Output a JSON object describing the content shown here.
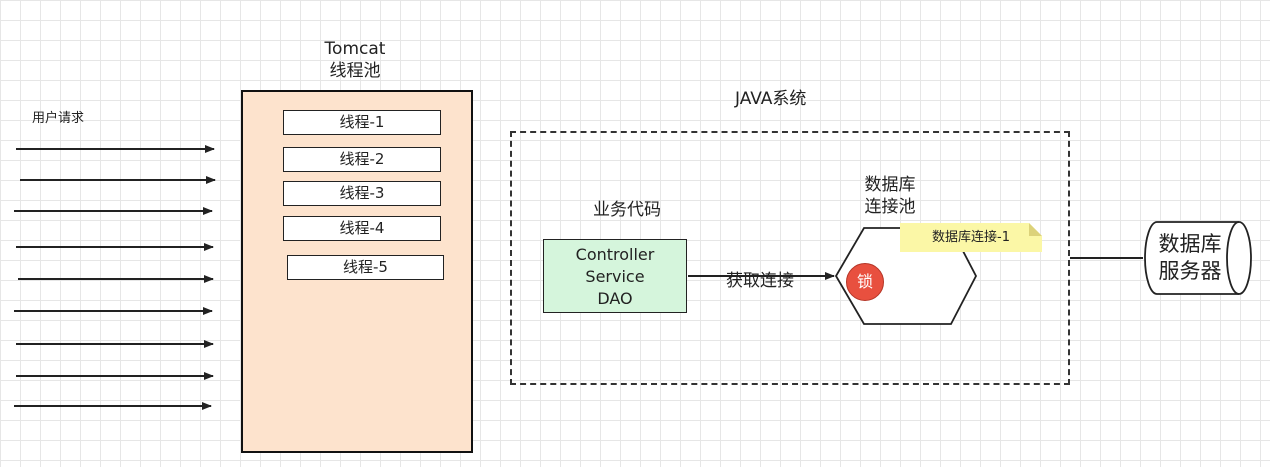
{
  "user_requests": {
    "label": "用户请求",
    "arrow_count": 9
  },
  "tomcat": {
    "title_line1": "Tomcat",
    "title_line2": "线程池",
    "fill_color": "#fde3cd",
    "threads": [
      "线程-1",
      "线程-2",
      "线程-3",
      "线程-4",
      "线程-5"
    ]
  },
  "java_system": {
    "title": "JAVA系统",
    "business_code": {
      "label": "业务代码",
      "layers": [
        "Controller",
        "Service",
        "DAO"
      ],
      "fill_color": "#d5f5dc"
    },
    "get_connection_label": "获取连接",
    "connection_pool": {
      "label_line1": "数据库",
      "label_line2": "连接池",
      "note": "数据库连接-1",
      "note_color": "#fbf7a6",
      "lock_label": "锁",
      "lock_color": "#e8503f"
    }
  },
  "db_server": {
    "label_line1": "数据库",
    "label_line2": "服务器"
  }
}
